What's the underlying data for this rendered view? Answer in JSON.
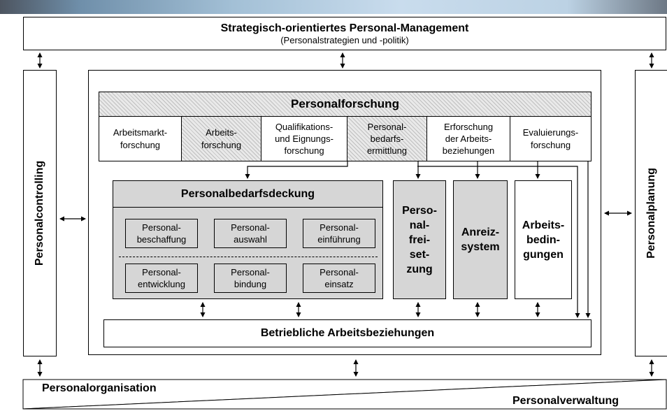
{
  "top": {
    "title": "Strategisch-orientiertes Personal-Management",
    "subtitle": "(Personalstrategien und -politik)"
  },
  "left_label": "Personalcontrolling",
  "right_label": "Personalplanung",
  "forschung": {
    "title": "Personalforschung",
    "cells": [
      "Arbeitsmarkt-\nforschung",
      "Arbeits-\nforschung",
      "Qualifikations-\nund Eignungs-\nforschung",
      "Personal-\nbedarfs-\nermittlung",
      "Erforschung\nder Arbeits-\nbeziehungen",
      "Evaluierungs-\nforschung"
    ]
  },
  "bedarfsdeckung": {
    "title": "Personalbedarfsdeckung",
    "items": [
      "Personal-\nbeschaffung",
      "Personal-\nauswahl",
      "Personal-\neinführung",
      "Personal-\nentwicklung",
      "Personal-\nbindung",
      "Personal-\neinsatz"
    ]
  },
  "freisetzung": "Perso-\nnal-\nfrei-\nset-\nzung",
  "anreiz": "Anreiz-\nsystem",
  "arbeitsbedingungen": "Arbeits-\nbedin-\ngungen",
  "arbeitsbeziehungen": "Betriebliche Arbeitsbeziehungen",
  "bottom": {
    "left": "Personalorganisation",
    "right": "Personalverwaltung"
  }
}
